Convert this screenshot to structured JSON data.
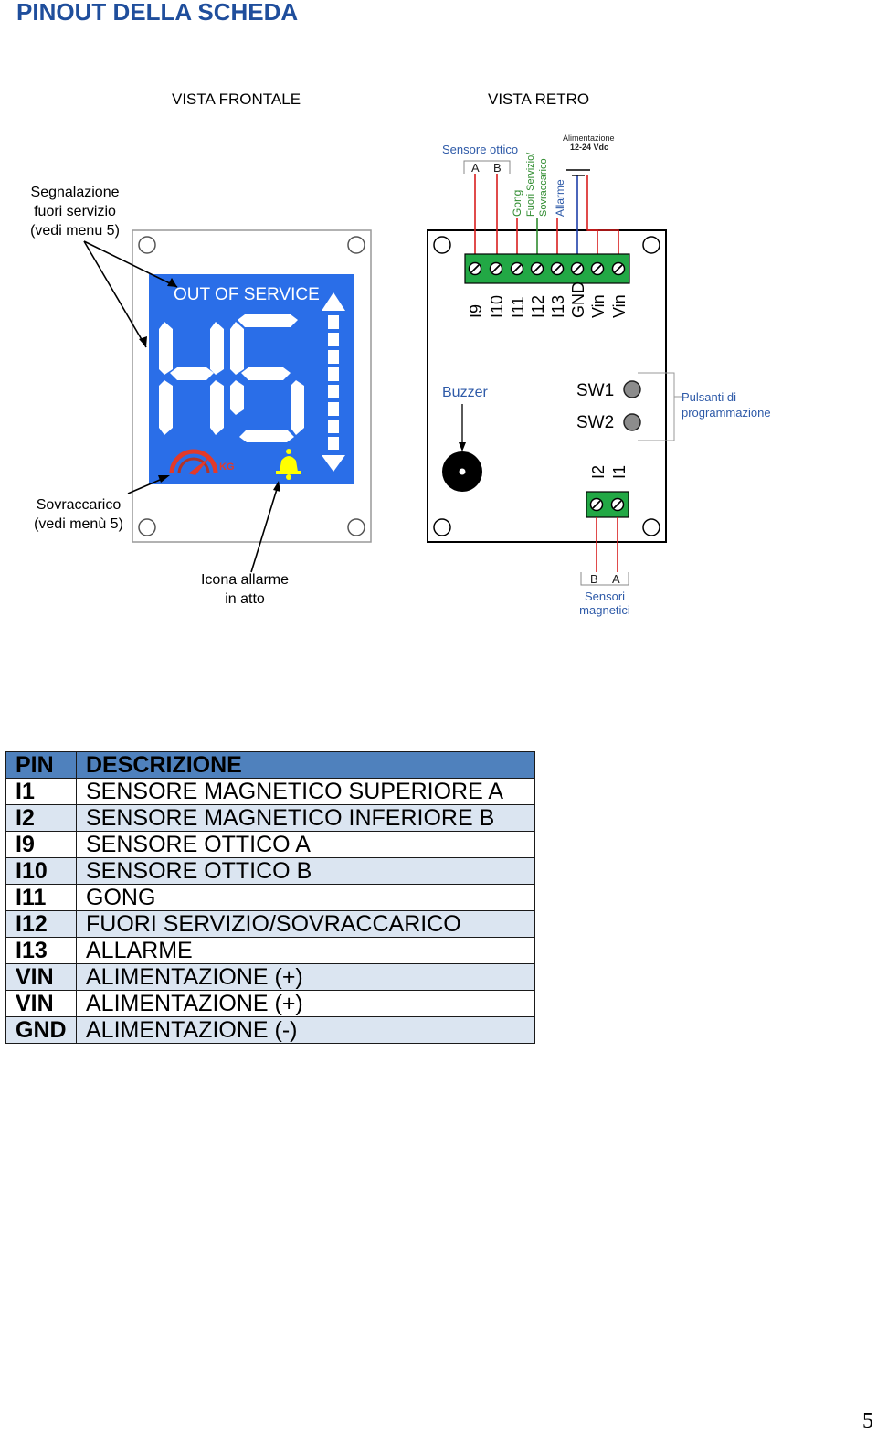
{
  "page_title": "PINOUT DELLA SCHEDA",
  "front_view_label": "VISTA FRONTALE",
  "rear_view_label": "VISTA RETRO",
  "annotations": {
    "out_of_service_note": [
      "Segnalazione",
      "fuori servizio",
      "(vedi menu 5)"
    ],
    "overload_note": [
      "Sovraccarico",
      "(vedi menù 5)"
    ],
    "alarm_icon_note": [
      "Icona allarme",
      "in atto"
    ],
    "optical_sensor": "Sensore ottico",
    "optical_a": "A",
    "optical_b": "B",
    "gong_wire": "Gong",
    "out_service_wire_1": "Fuori Servizio/",
    "out_service_wire_2": "Sovraccarico",
    "alarm_wire": "Allarme",
    "power_label": "Alimentazione",
    "power_voltage": "12-24 Vdc",
    "buzzer": "Buzzer",
    "sw1": "SW1",
    "sw2": "SW2",
    "buttons_note": [
      "Pulsanti di",
      "programmazione"
    ],
    "mag_b": "B",
    "mag_a": "A",
    "magnetic_sensors": [
      "Sensori",
      "magnetici"
    ]
  },
  "display": {
    "out_of_service": "OUT OF SERVICE",
    "kg": "KG",
    "background_color": "#2a6ee8"
  },
  "terminal_labels": [
    "I9",
    "I10",
    "I11",
    "I12",
    "I13",
    "GND",
    "Vin",
    "Vin"
  ],
  "bottom_terminal_labels": [
    "I2",
    "I1"
  ],
  "table": {
    "headers": [
      "PIN",
      "DESCRIZIONE"
    ],
    "rows": [
      [
        "I1",
        "SENSORE MAGNETICO SUPERIORE A"
      ],
      [
        "I2",
        "SENSORE MAGNETICO INFERIORE B"
      ],
      [
        "I9",
        "SENSORE OTTICO A"
      ],
      [
        "I10",
        "SENSORE OTTICO B"
      ],
      [
        "I11",
        "GONG"
      ],
      [
        "I12",
        "FUORI SERVIZIO/SOVRACCARICO"
      ],
      [
        "I13",
        "ALLARME"
      ],
      [
        "VIN",
        "ALIMENTAZIONE (+)"
      ],
      [
        "VIN",
        "ALIMENTAZIONE (+)"
      ],
      [
        "GND",
        "ALIMENTAZIONE (-)"
      ]
    ]
  },
  "page_number": "5"
}
